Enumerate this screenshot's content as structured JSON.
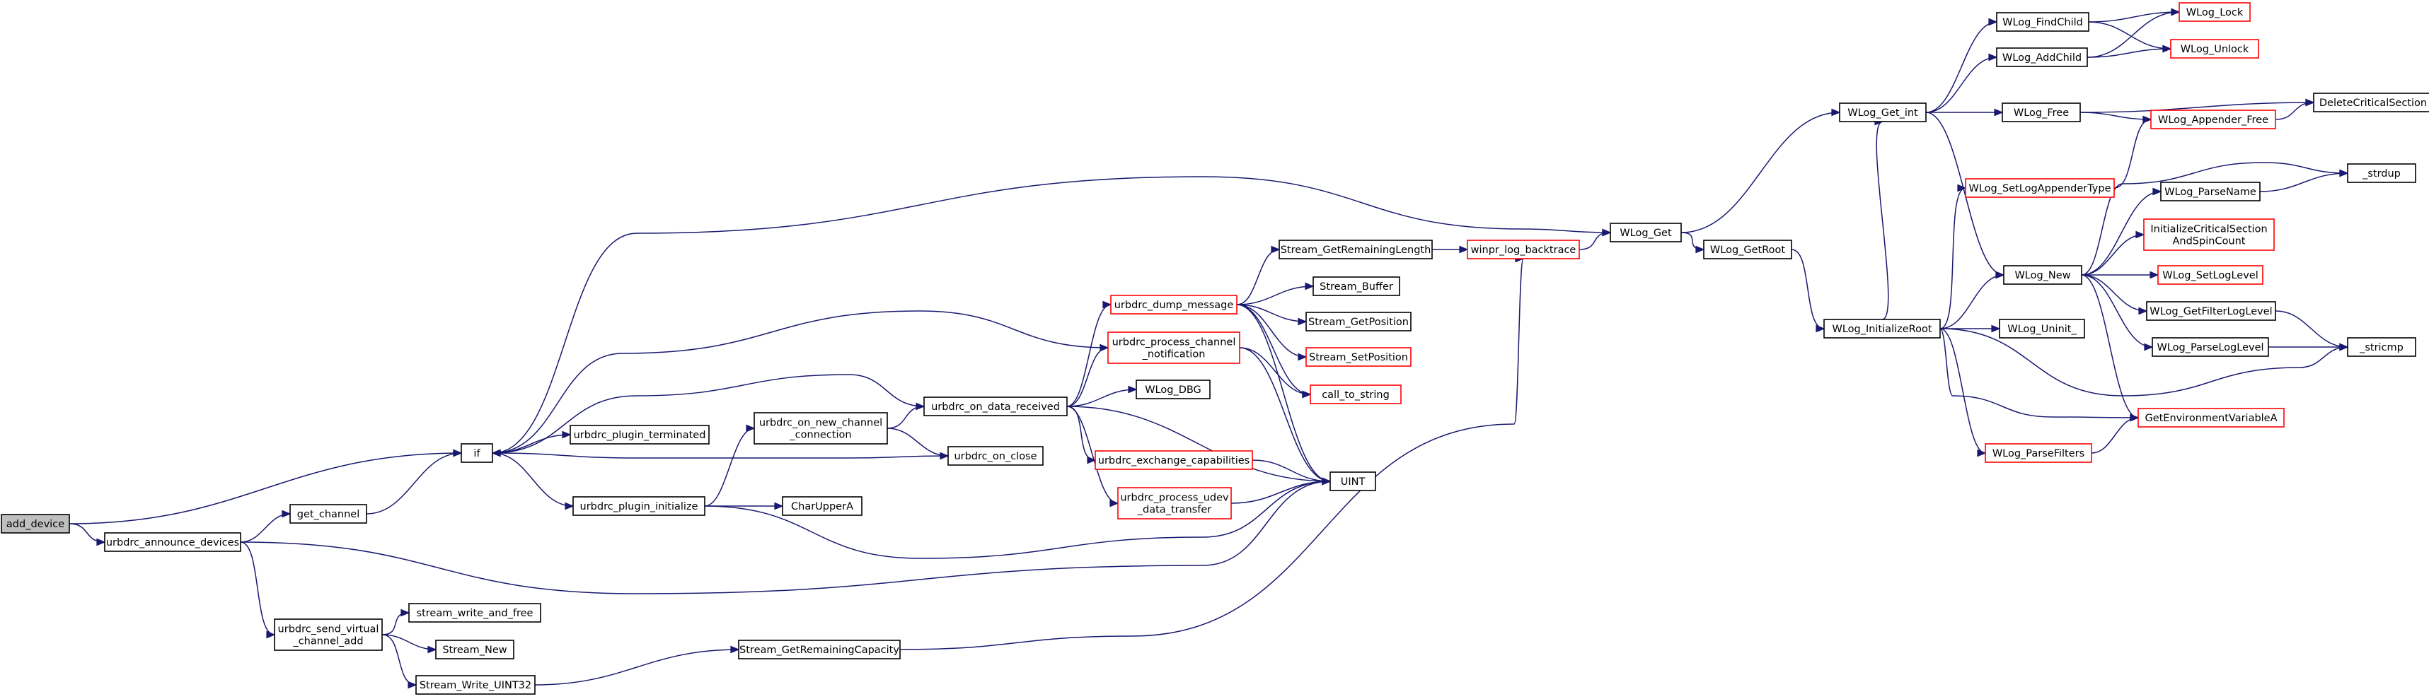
{
  "graph": {
    "colors": {
      "node_border": "#000000",
      "node_border_truncated": "#ff0000",
      "root_fill": "#bfbfbf",
      "node_fill": "#ffffff",
      "edge": "#191970",
      "text": "#000000"
    },
    "nodes": [
      {
        "id": "add_device",
        "lines": [
          "add_device"
        ],
        "root": true
      },
      {
        "id": "urbdrc_announce_devices",
        "lines": [
          "urbdrc_announce_devices"
        ]
      },
      {
        "id": "get_channel",
        "lines": [
          "get_channel"
        ]
      },
      {
        "id": "if",
        "lines": [
          "if"
        ]
      },
      {
        "id": "urbdrc_send_virtual_channel_add",
        "lines": [
          "urbdrc_send_virtual",
          "_channel_add"
        ]
      },
      {
        "id": "stream_write_and_free",
        "lines": [
          "stream_write_and_free"
        ]
      },
      {
        "id": "Stream_New",
        "lines": [
          "Stream_New"
        ]
      },
      {
        "id": "Stream_Write_UINT32",
        "lines": [
          "Stream_Write_UINT32"
        ]
      },
      {
        "id": "Stream_GetRemainingCapacity",
        "lines": [
          "Stream_GetRemainingCapacity"
        ]
      },
      {
        "id": "urbdrc_plugin_terminated",
        "lines": [
          "urbdrc_plugin_terminated"
        ]
      },
      {
        "id": "urbdrc_plugin_initialize",
        "lines": [
          "urbdrc_plugin_initialize"
        ]
      },
      {
        "id": "urbdrc_on_new_channel_connection",
        "lines": [
          "urbdrc_on_new_channel",
          "_connection"
        ]
      },
      {
        "id": "CharUpperA",
        "lines": [
          "CharUpperA"
        ]
      },
      {
        "id": "urbdrc_on_data_received",
        "lines": [
          "urbdrc_on_data_received"
        ]
      },
      {
        "id": "urbdrc_on_close",
        "lines": [
          "urbdrc_on_close"
        ]
      },
      {
        "id": "urbdrc_dump_message",
        "lines": [
          "urbdrc_dump_message"
        ],
        "truncated": true
      },
      {
        "id": "urbdrc_process_channel_notification",
        "lines": [
          "urbdrc_process_channel",
          "_notification"
        ],
        "truncated": true
      },
      {
        "id": "WLog_DBG",
        "lines": [
          "WLog_DBG"
        ]
      },
      {
        "id": "urbdrc_exchange_capabilities",
        "lines": [
          "urbdrc_exchange_capabilities"
        ],
        "truncated": true
      },
      {
        "id": "urbdrc_process_udev_data_transfer",
        "lines": [
          "urbdrc_process_udev",
          "_data_transfer"
        ],
        "truncated": true
      },
      {
        "id": "UINT",
        "lines": [
          "UINT"
        ]
      },
      {
        "id": "Stream_GetRemainingLength",
        "lines": [
          "Stream_GetRemainingLength"
        ]
      },
      {
        "id": "Stream_Buffer",
        "lines": [
          "Stream_Buffer"
        ]
      },
      {
        "id": "Stream_GetPosition",
        "lines": [
          "Stream_GetPosition"
        ]
      },
      {
        "id": "Stream_SetPosition",
        "lines": [
          "Stream_SetPosition"
        ],
        "truncated": true
      },
      {
        "id": "call_to_string",
        "lines": [
          "call_to_string"
        ],
        "truncated": true
      },
      {
        "id": "winpr_log_backtrace",
        "lines": [
          "winpr_log_backtrace"
        ],
        "truncated": true
      },
      {
        "id": "WLog_Get",
        "lines": [
          "WLog_Get"
        ]
      },
      {
        "id": "WLog_GetRoot",
        "lines": [
          "WLog_GetRoot"
        ]
      },
      {
        "id": "WLog_Get_int",
        "lines": [
          "WLog_Get_int"
        ]
      },
      {
        "id": "WLog_InitializeRoot",
        "lines": [
          "WLog_InitializeRoot"
        ]
      },
      {
        "id": "WLog_FindChild",
        "lines": [
          "WLog_FindChild"
        ]
      },
      {
        "id": "WLog_AddChild",
        "lines": [
          "WLog_AddChild"
        ]
      },
      {
        "id": "WLog_Free",
        "lines": [
          "WLog_Free"
        ]
      },
      {
        "id": "WLog_Lock",
        "lines": [
          "WLog_Lock"
        ],
        "truncated": true
      },
      {
        "id": "WLog_Unlock",
        "lines": [
          "WLog_Unlock"
        ],
        "truncated": true
      },
      {
        "id": "WLog_Appender_Free",
        "lines": [
          "WLog_Appender_Free"
        ],
        "truncated": true
      },
      {
        "id": "DeleteCriticalSection",
        "lines": [
          "DeleteCriticalSection"
        ]
      },
      {
        "id": "WLog_SetLogAppenderType",
        "lines": [
          "WLog_SetLogAppenderType"
        ],
        "truncated": true
      },
      {
        "id": "WLog_New",
        "lines": [
          "WLog_New"
        ]
      },
      {
        "id": "WLog_Uninit_",
        "lines": [
          "WLog_Uninit_"
        ]
      },
      {
        "id": "WLog_ParseFilters",
        "lines": [
          "WLog_ParseFilters"
        ],
        "truncated": true
      },
      {
        "id": "WLog_ParseName",
        "lines": [
          "WLog_ParseName"
        ]
      },
      {
        "id": "_strdup",
        "lines": [
          "_strdup"
        ]
      },
      {
        "id": "InitializeCriticalSectionAndSpinCount",
        "lines": [
          "InitializeCriticalSection",
          "AndSpinCount"
        ],
        "truncated": true
      },
      {
        "id": "WLog_SetLogLevel",
        "lines": [
          "WLog_SetLogLevel"
        ],
        "truncated": true
      },
      {
        "id": "WLog_GetFilterLogLevel",
        "lines": [
          "WLog_GetFilterLogLevel"
        ]
      },
      {
        "id": "WLog_ParseLogLevel",
        "lines": [
          "WLog_ParseLogLevel"
        ]
      },
      {
        "id": "_stricmp",
        "lines": [
          "_stricmp"
        ]
      },
      {
        "id": "GetEnvironmentVariableA",
        "lines": [
          "GetEnvironmentVariableA"
        ],
        "truncated": true
      }
    ],
    "edges": [
      [
        "add_device",
        "if"
      ],
      [
        "add_device",
        "urbdrc_announce_devices"
      ],
      [
        "urbdrc_announce_devices",
        "get_channel"
      ],
      [
        "urbdrc_announce_devices",
        "urbdrc_send_virtual_channel_add"
      ],
      [
        "urbdrc_announce_devices",
        "UINT"
      ],
      [
        "get_channel",
        "if"
      ],
      [
        "if",
        "WLog_Get"
      ],
      [
        "if",
        "urbdrc_plugin_terminated"
      ],
      [
        "if",
        "urbdrc_plugin_initialize"
      ],
      [
        "urbdrc_plugin_initialize",
        "urbdrc_on_new_channel_connection"
      ],
      [
        "urbdrc_plugin_initialize",
        "CharUpperA"
      ],
      [
        "urbdrc_plugin_initialize",
        "UINT"
      ],
      [
        "urbdrc_on_new_channel_connection",
        "urbdrc_on_data_received"
      ],
      [
        "urbdrc_on_new_channel_connection",
        "urbdrc_on_close"
      ],
      [
        "urbdrc_on_close",
        "if"
      ],
      [
        "urbdrc_on_data_received",
        "if"
      ],
      [
        "urbdrc_on_data_received",
        "urbdrc_dump_message"
      ],
      [
        "urbdrc_on_data_received",
        "urbdrc_process_channel_notification"
      ],
      [
        "urbdrc_on_data_received",
        "WLog_DBG"
      ],
      [
        "urbdrc_on_data_received",
        "urbdrc_exchange_capabilities"
      ],
      [
        "urbdrc_on_data_received",
        "urbdrc_process_udev_data_transfer"
      ],
      [
        "urbdrc_on_data_received",
        "UINT"
      ],
      [
        "urbdrc_process_channel_notification",
        "if"
      ],
      [
        "urbdrc_process_channel_notification",
        "call_to_string"
      ],
      [
        "urbdrc_process_channel_notification",
        "UINT"
      ],
      [
        "urbdrc_exchange_capabilities",
        "UINT"
      ],
      [
        "urbdrc_process_udev_data_transfer",
        "UINT"
      ],
      [
        "urbdrc_dump_message",
        "Stream_GetRemainingLength"
      ],
      [
        "urbdrc_dump_message",
        "Stream_Buffer"
      ],
      [
        "urbdrc_dump_message",
        "Stream_GetPosition"
      ],
      [
        "urbdrc_dump_message",
        "Stream_SetPosition"
      ],
      [
        "urbdrc_dump_message",
        "call_to_string"
      ],
      [
        "urbdrc_dump_message",
        "UINT"
      ],
      [
        "urbdrc_send_virtual_channel_add",
        "stream_write_and_free"
      ],
      [
        "urbdrc_send_virtual_channel_add",
        "Stream_New"
      ],
      [
        "urbdrc_send_virtual_channel_add",
        "Stream_Write_UINT32"
      ],
      [
        "Stream_Write_UINT32",
        "Stream_GetRemainingCapacity"
      ],
      [
        "Stream_GetRemainingCapacity",
        "winpr_log_backtrace"
      ],
      [
        "Stream_GetRemainingLength",
        "winpr_log_backtrace"
      ],
      [
        "winpr_log_backtrace",
        "WLog_Get"
      ],
      [
        "WLog_Get",
        "WLog_Get_int"
      ],
      [
        "WLog_Get",
        "WLog_GetRoot"
      ],
      [
        "WLog_GetRoot",
        "WLog_InitializeRoot"
      ],
      [
        "WLog_Get_int",
        "WLog_FindChild"
      ],
      [
        "WLog_Get_int",
        "WLog_AddChild"
      ],
      [
        "WLog_Get_int",
        "WLog_Free"
      ],
      [
        "WLog_Get_int",
        "WLog_New"
      ],
      [
        "WLog_FindChild",
        "WLog_Lock"
      ],
      [
        "WLog_FindChild",
        "WLog_Unlock"
      ],
      [
        "WLog_AddChild",
        "WLog_Lock"
      ],
      [
        "WLog_AddChild",
        "WLog_Unlock"
      ],
      [
        "WLog_Free",
        "DeleteCriticalSection"
      ],
      [
        "WLog_Free",
        "WLog_Appender_Free"
      ],
      [
        "WLog_Appender_Free",
        "DeleteCriticalSection"
      ],
      [
        "WLog_InitializeRoot",
        "WLog_Get_int"
      ],
      [
        "WLog_InitializeRoot",
        "WLog_SetLogAppenderType"
      ],
      [
        "WLog_InitializeRoot",
        "WLog_New"
      ],
      [
        "WLog_InitializeRoot",
        "WLog_Uninit_"
      ],
      [
        "WLog_InitializeRoot",
        "_stricmp"
      ],
      [
        "WLog_InitializeRoot",
        "GetEnvironmentVariableA"
      ],
      [
        "WLog_InitializeRoot",
        "WLog_ParseFilters"
      ],
      [
        "WLog_SetLogAppenderType",
        "WLog_Appender_Free"
      ],
      [
        "WLog_New",
        "_strdup"
      ],
      [
        "WLog_New",
        "WLog_ParseName"
      ],
      [
        "WLog_New",
        "InitializeCriticalSectionAndSpinCount"
      ],
      [
        "WLog_New",
        "WLog_SetLogLevel"
      ],
      [
        "WLog_New",
        "WLog_GetFilterLogLevel"
      ],
      [
        "WLog_New",
        "WLog_ParseLogLevel"
      ],
      [
        "WLog_New",
        "GetEnvironmentVariableA"
      ],
      [
        "WLog_ParseName",
        "_strdup"
      ],
      [
        "WLog_GetFilterLogLevel",
        "_stricmp"
      ],
      [
        "WLog_ParseLogLevel",
        "_stricmp"
      ],
      [
        "WLog_ParseFilters",
        "GetEnvironmentVariableA"
      ]
    ]
  }
}
